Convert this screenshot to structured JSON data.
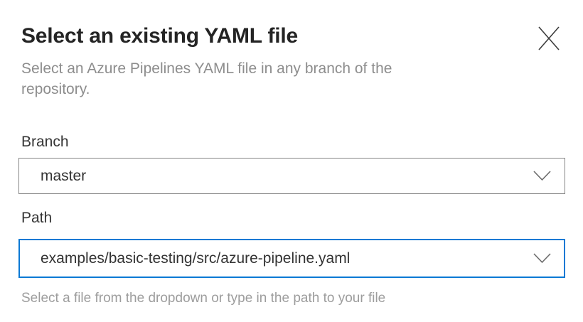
{
  "dialog": {
    "title": "Select an existing YAML file",
    "subtitle": "Select an Azure Pipelines YAML file in any branch of the repository."
  },
  "branch_field": {
    "label": "Branch",
    "value": "master"
  },
  "path_field": {
    "label": "Path",
    "value": "examples/basic-testing/src/azure-pipeline.yaml",
    "helper": "Select a file from the dropdown or type in the path to your file"
  },
  "icons": {
    "close": "close-x-icon",
    "dropdown": "chevron-down-icon"
  },
  "colors": {
    "focus_border": "#0b79d4",
    "field_border": "#868686",
    "title_text": "#242424",
    "muted_text": "#8d8d8d",
    "helper_text": "#9d9d9d"
  }
}
